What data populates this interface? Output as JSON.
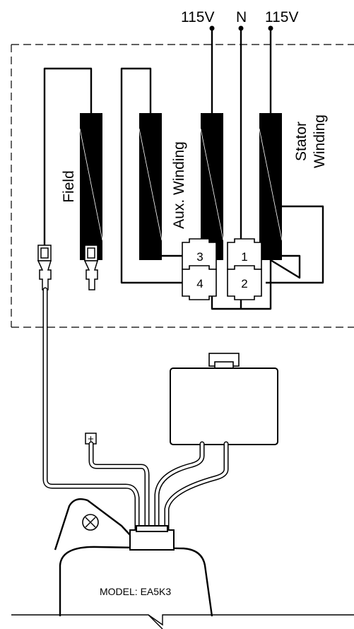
{
  "supply_labels": {
    "line_left": "115V",
    "neutral": "N",
    "line_right": "115V"
  },
  "windings": {
    "field": "Field",
    "aux": "Aux. Winding",
    "stator_line1": "Stator",
    "stator_line2": "Winding"
  },
  "connector_pins": {
    "pin1": "1",
    "pin2": "2",
    "pin3": "3",
    "pin4": "4"
  },
  "spade_terminal_mark": "+",
  "model_label": "MODEL: EA5K3",
  "colors": {
    "line": "#000000",
    "coil_fill": "#000000",
    "background": "#ffffff"
  },
  "icons": {
    "screw": "screw-x-icon"
  }
}
